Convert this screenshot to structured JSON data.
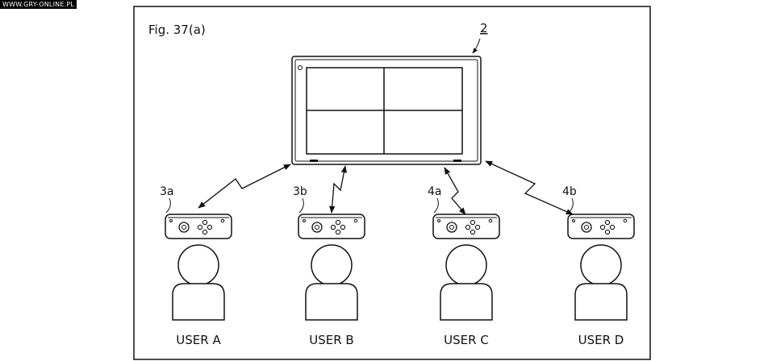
{
  "watermark": "WWW.GRY-ONLINE.PL",
  "figure_label": "Fig. 37(a)",
  "console_ref": "2",
  "controllers": [
    {
      "ref": "3a",
      "user": "USER A"
    },
    {
      "ref": "3b",
      "user": "USER B"
    },
    {
      "ref": "4a",
      "user": "USER C"
    },
    {
      "ref": "4b",
      "user": "USER D"
    }
  ]
}
